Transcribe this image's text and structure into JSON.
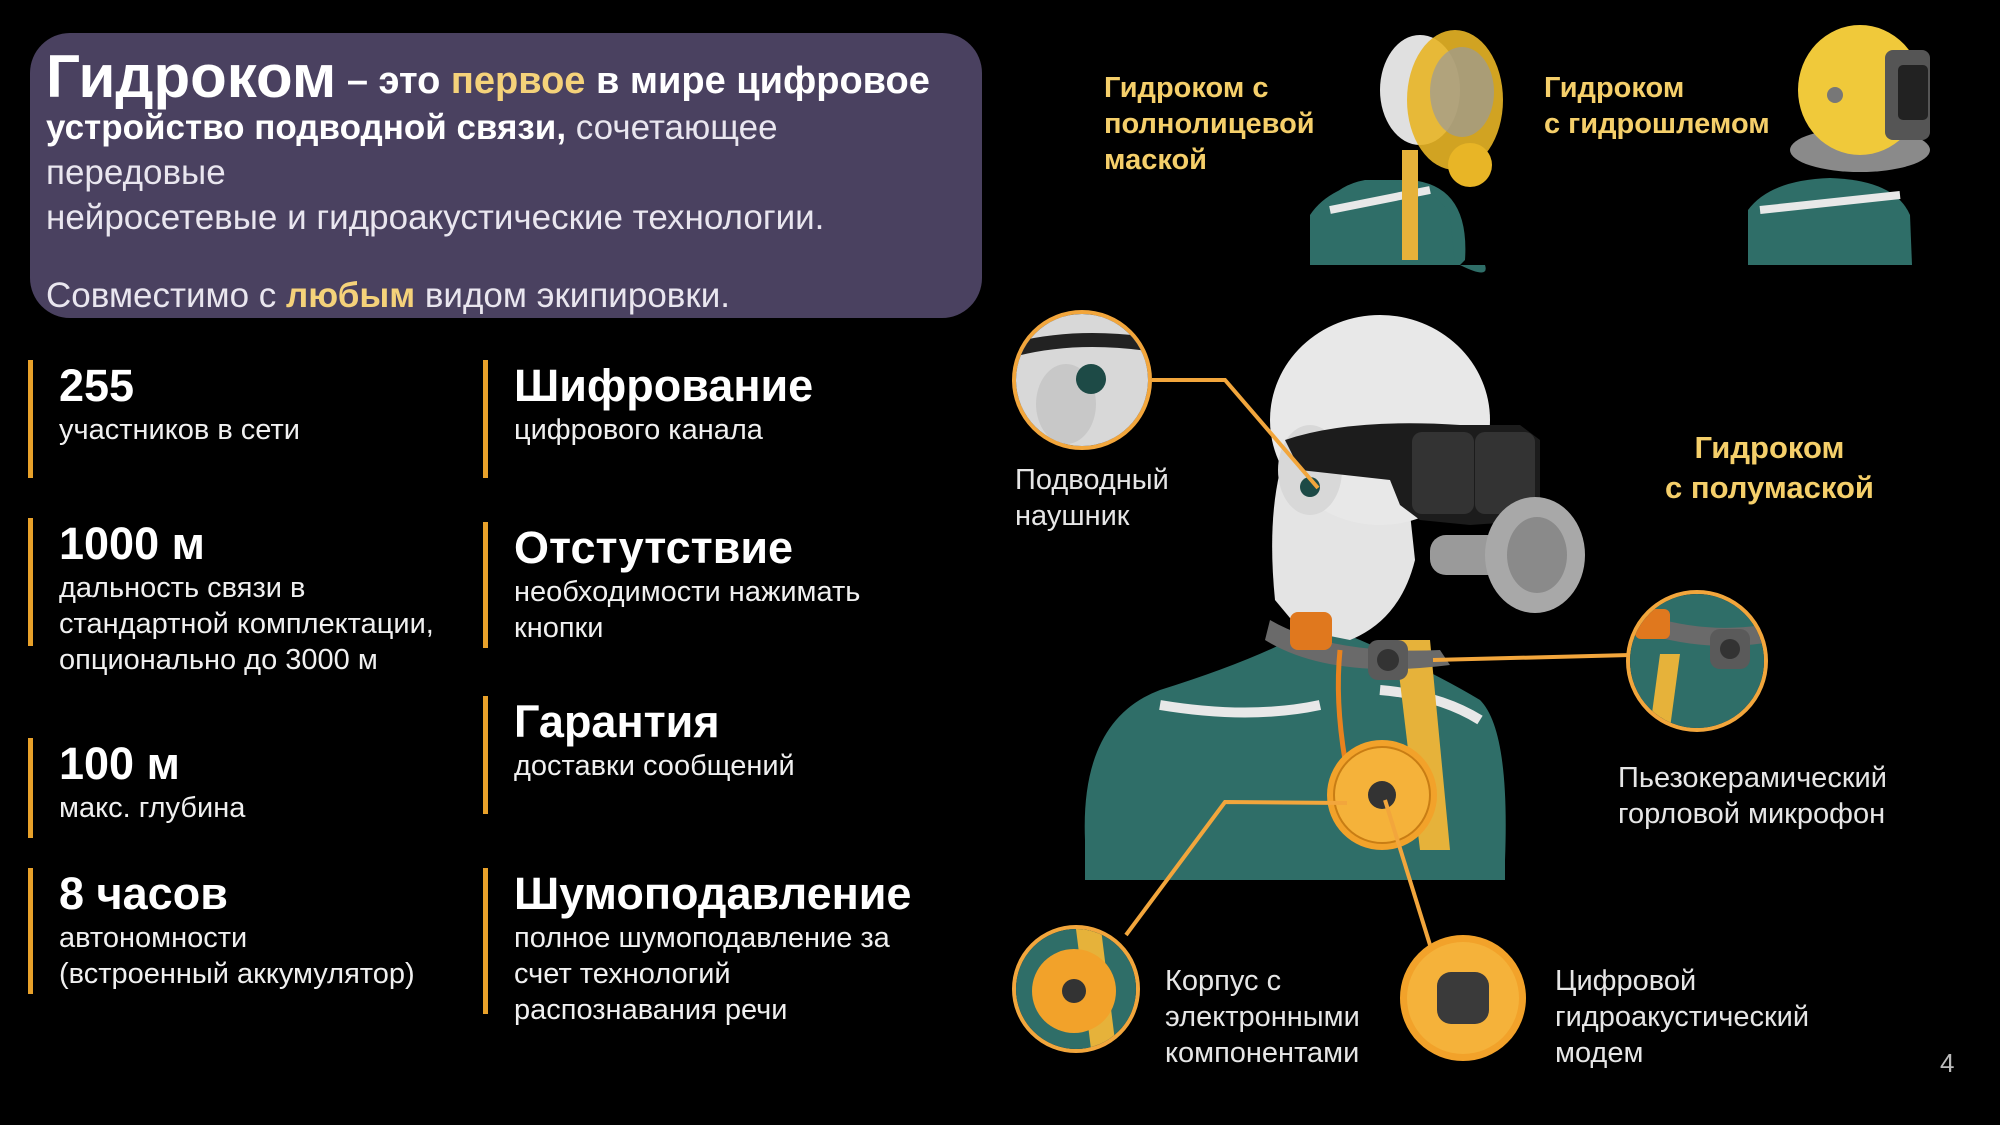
{
  "intro": {
    "brand": "Гидроком",
    "dash_text": " – это ",
    "first": "первое",
    "world_text": " в мире цифровое",
    "device_bold": "устройство подводной связи,",
    "device_rest": " сочетающее передовые",
    "tech_line": "нейросетевые и гидроакустические технологии.",
    "compat_pre": "Совместимо с ",
    "compat_bold": "любым",
    "compat_post": " видом экипировки."
  },
  "features_left": [
    {
      "title": "255",
      "sub": [
        "участников в сети"
      ]
    },
    {
      "title": "1000 м",
      "sub": [
        "дальность связи в",
        "стандартной комплектации,",
        "опционально до 3000 м"
      ]
    },
    {
      "title": "100 м",
      "sub": [
        "макс. глубина"
      ]
    },
    {
      "title": "8 часов",
      "sub": [
        "автономности",
        "(встроенный аккумулятор)"
      ]
    }
  ],
  "features_right": [
    {
      "title": "Шифрование",
      "sub": [
        "цифрового канала"
      ]
    },
    {
      "title": "Отстутствие",
      "sub": [
        "необходимости нажимать",
        "кнопки"
      ]
    },
    {
      "title": "Гарантия",
      "sub": [
        "доставки сообщений"
      ]
    },
    {
      "title": "Шумоподавление",
      "sub": [
        "полное шумоподавление за",
        "счет технологий",
        "распознавания речи"
      ]
    }
  ],
  "variants": {
    "full_mask": [
      "Гидроком с",
      "полнолицевой",
      "маской"
    ],
    "helmet": [
      "Гидроком",
      "с гидрошлемом"
    ],
    "half_mask": [
      "Гидроком",
      "с полумаской"
    ]
  },
  "components": {
    "earphone": [
      "Подводный",
      "наушник"
    ],
    "throat_mic": [
      "Пьезокерамический",
      "горловой микрофон"
    ],
    "housing": [
      "Корпус с",
      "электронными",
      "компонентами"
    ],
    "modem": [
      "Цифровой",
      "гидроакустический",
      "модем"
    ]
  },
  "page_number": "4",
  "colors": {
    "accent": "#e8a12a",
    "highlight": "#f5cf6a",
    "intro_bg": "#4a4160",
    "suit": "#2f6e68"
  }
}
